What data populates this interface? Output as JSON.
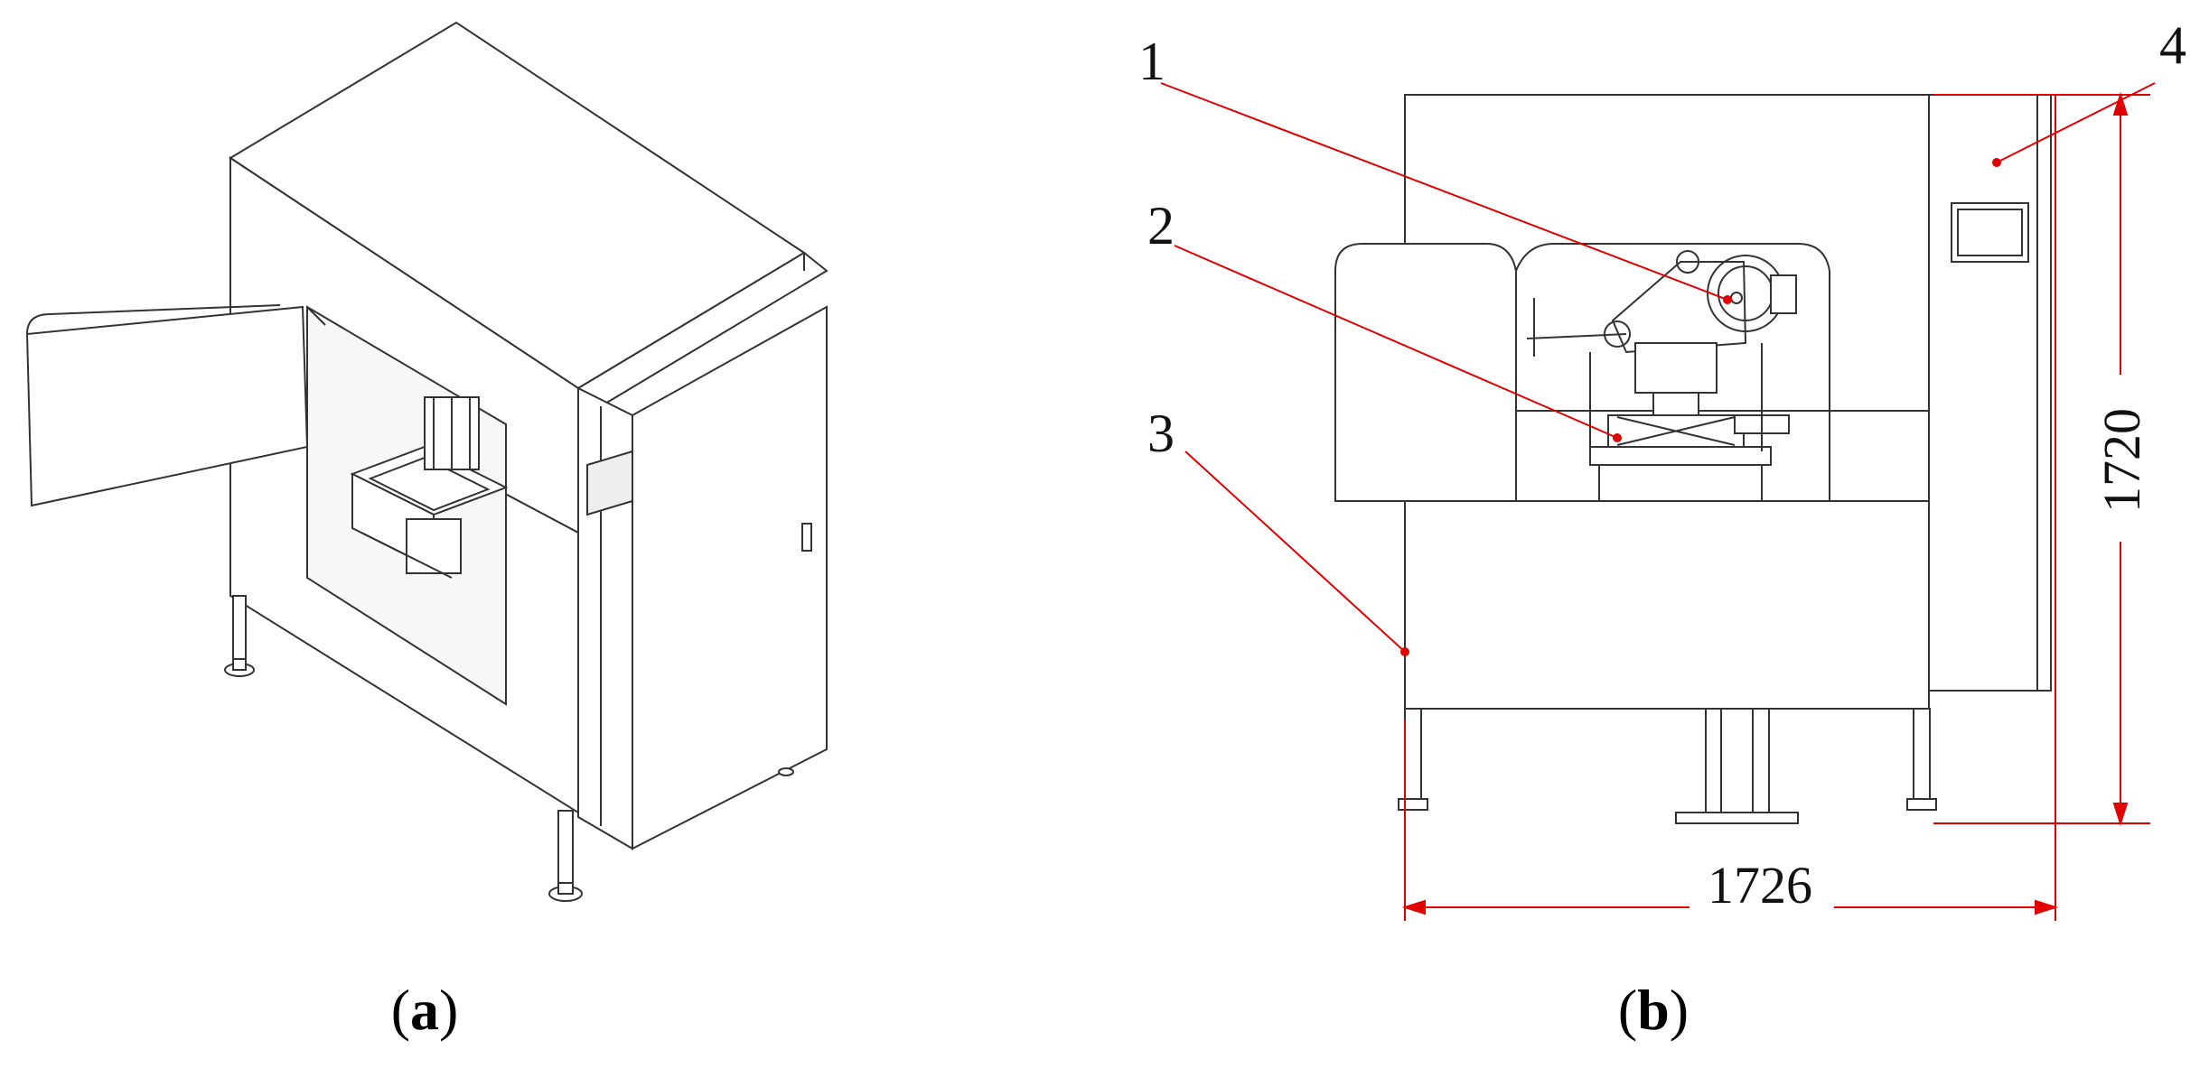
{
  "figure": {
    "panel_a": {
      "caption_open": "(",
      "caption_letter": "a",
      "caption_close": ")"
    },
    "panel_b": {
      "caption_open": "(",
      "caption_letter": "b",
      "caption_close": ")",
      "callouts": [
        "1",
        "2",
        "3",
        "4"
      ],
      "dimensions": {
        "width": "1726",
        "height": "1720"
      }
    }
  },
  "colors": {
    "line": "#333333",
    "leader": "#e00000",
    "dimension": "#e00000",
    "background": "#ffffff"
  }
}
